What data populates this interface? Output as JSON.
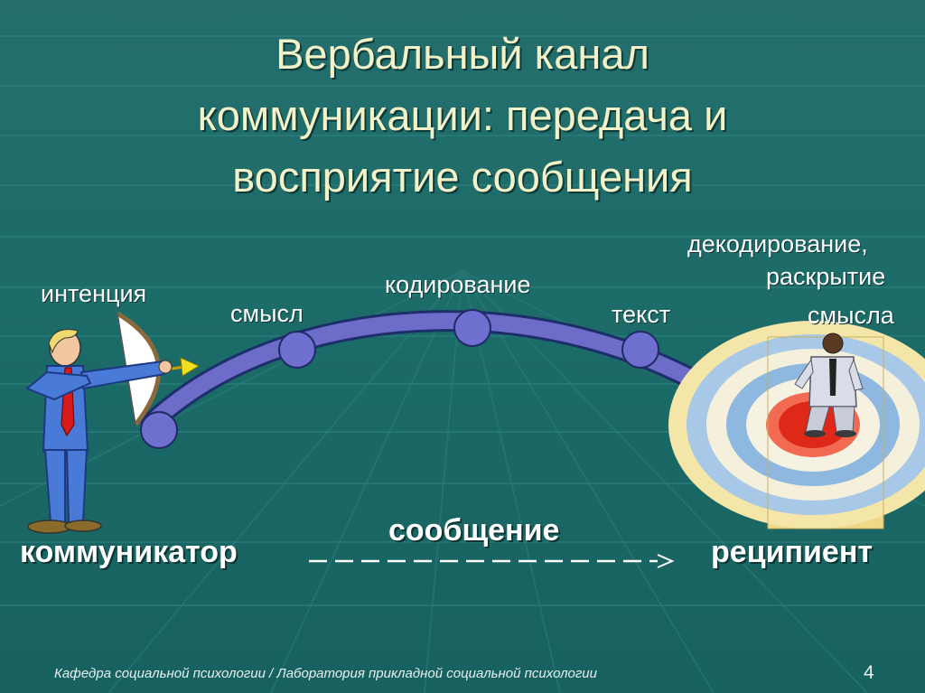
{
  "title_lines": [
    "Вербальный канал",
    "коммуникации: передача и",
    "восприятие сообщения"
  ],
  "labels": {
    "intention": "интенция",
    "meaning": "смысл",
    "encoding": "кодирование",
    "text": "текст",
    "decoding_line1": "декодирование,",
    "decoding_line2": "раскрытие",
    "decoding_line3": "смысла"
  },
  "communicator": "коммуникатор",
  "message": "сообщение",
  "recipient": "реципиент",
  "footer": "Кафедра социальной психологии / Лаборатория прикладной социальной психологии",
  "page_number": "4",
  "colors": {
    "background": "#1d6f6c",
    "arc": "#6d6cc8",
    "node": "#6f6fcf",
    "title": "#f3f1c8",
    "text": "#ffffff"
  }
}
